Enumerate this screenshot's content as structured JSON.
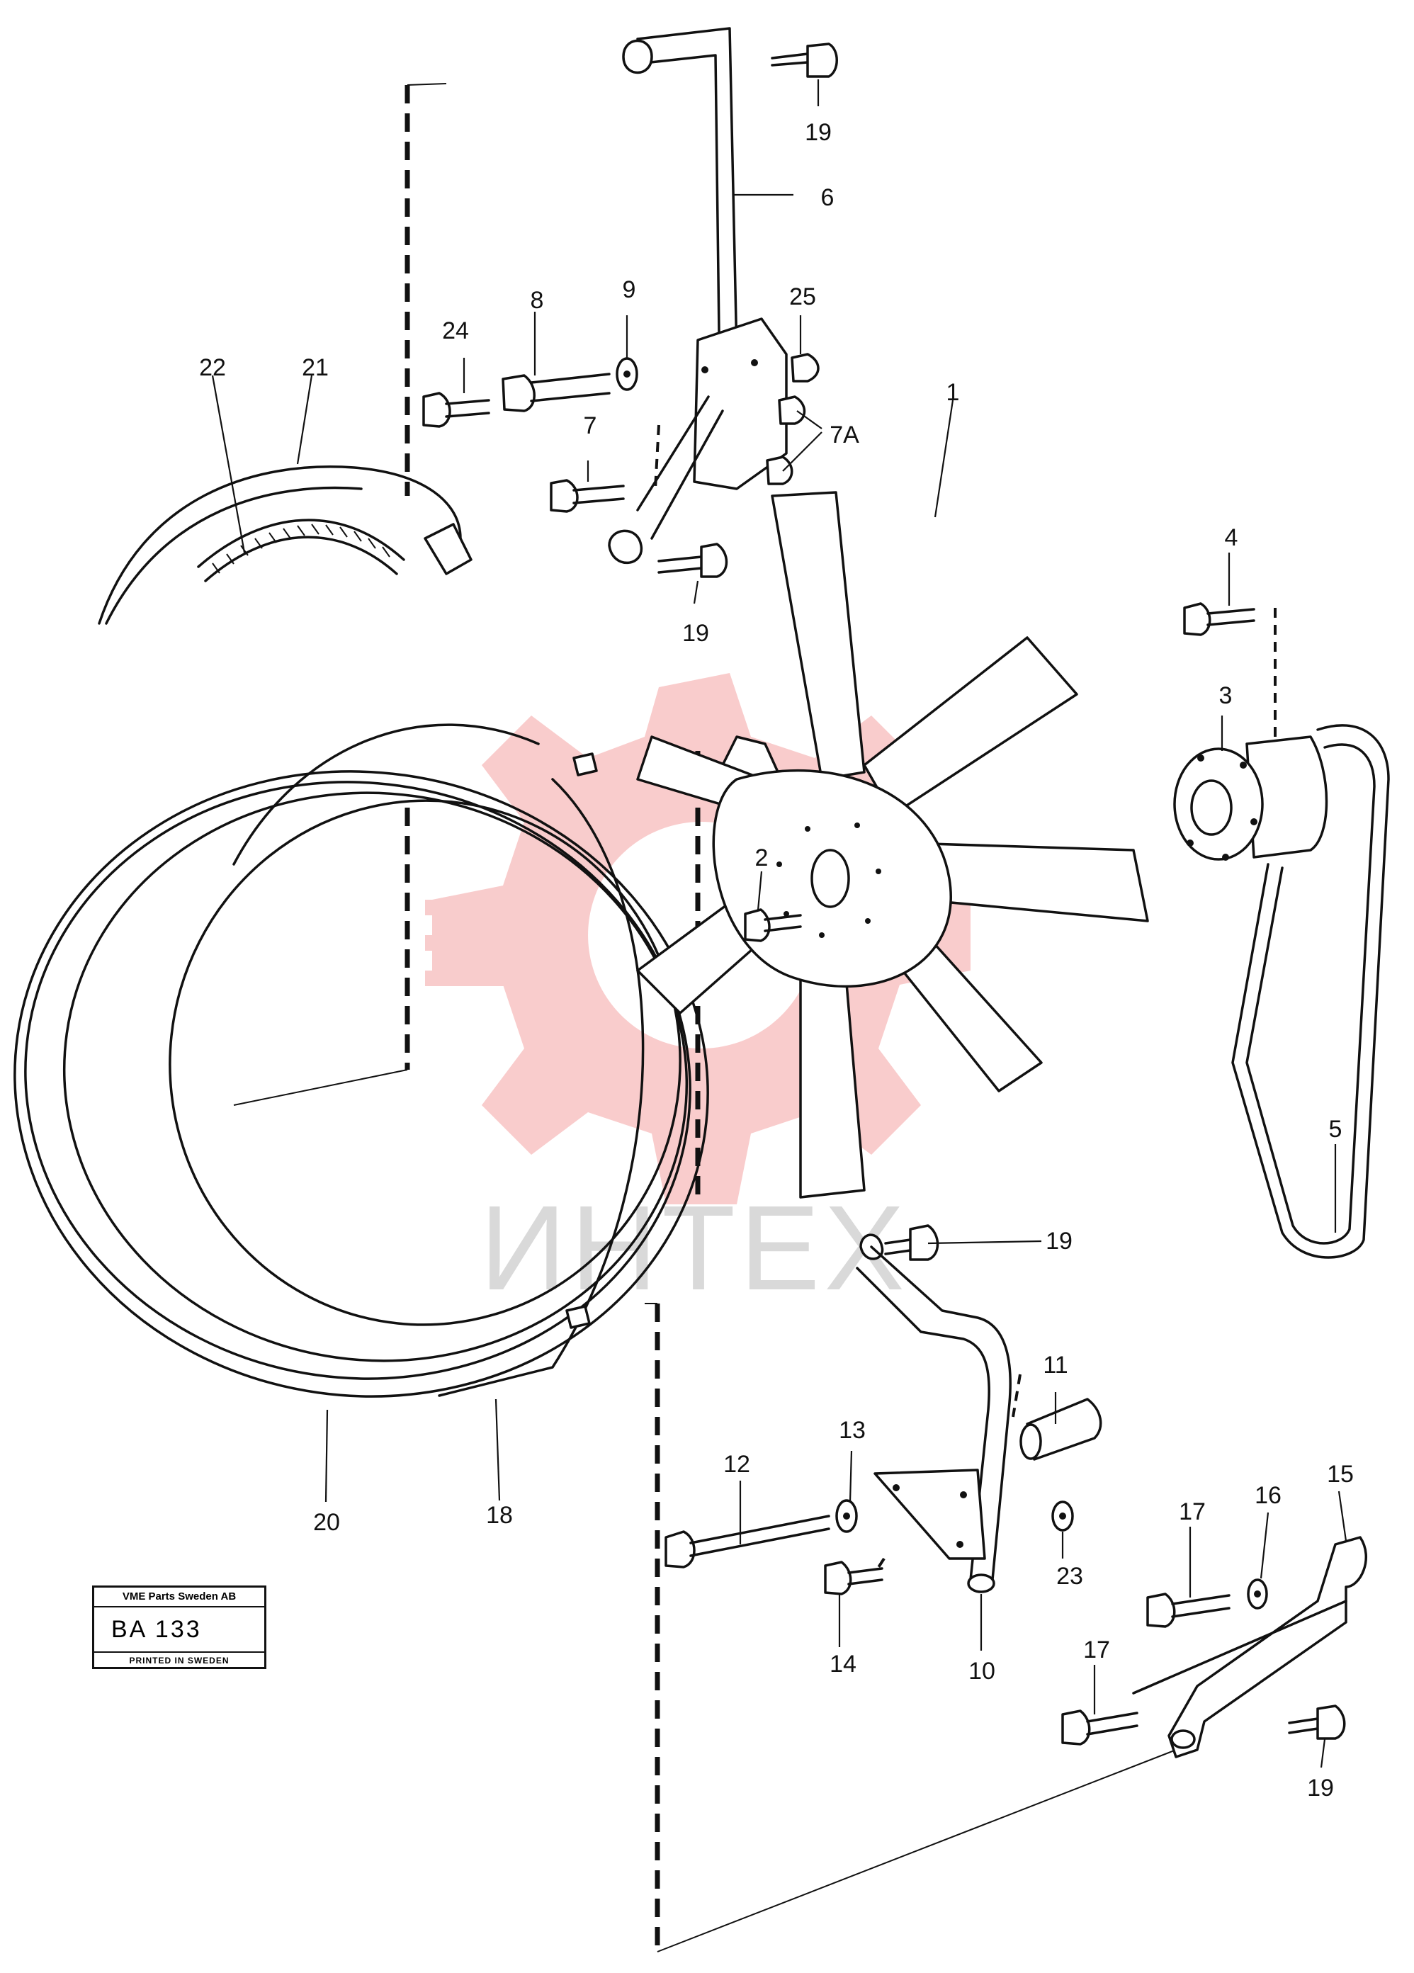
{
  "watermark": {
    "text": "ИНТЕХ",
    "color": "#f4a3a3"
  },
  "plate": {
    "company": "VME Parts Sweden AB",
    "code": "BA  133",
    "printed": "PRINTED IN SWEDEN"
  },
  "callouts": {
    "c1": "1",
    "c2": "2",
    "c3": "3",
    "c4": "4",
    "c5": "5",
    "c6": "6",
    "c7": "7",
    "c7a": "7A",
    "c8": "8",
    "c9": "9",
    "c10": "10",
    "c11": "11",
    "c12": "12",
    "c13": "13",
    "c14": "14",
    "c15": "15",
    "c16": "16",
    "c17a": "17",
    "c17b": "17",
    "c18": "18",
    "c19a": "19",
    "c19b": "19",
    "c19c": "19",
    "c19d": "19",
    "c20": "20",
    "c21": "21",
    "c22": "22",
    "c23": "23",
    "c24": "24",
    "c25": "25"
  }
}
